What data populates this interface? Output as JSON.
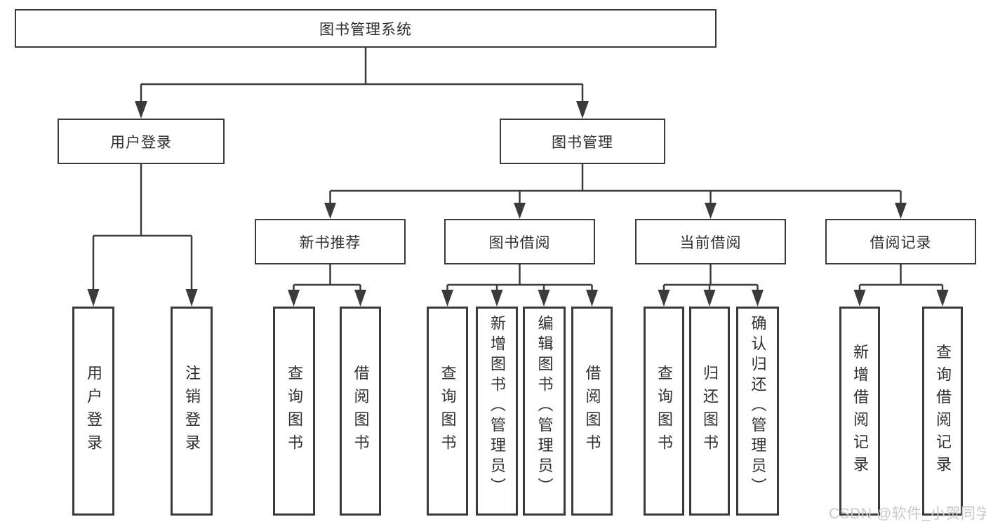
{
  "diagram": {
    "root": "图书管理系统",
    "user_login_branch": {
      "label": "用户登录",
      "children": [
        "用户登录",
        "注销登录"
      ]
    },
    "book_mgmt_branch": {
      "label": "图书管理",
      "modules": [
        {
          "label": "新书推荐",
          "children": [
            "查询图书",
            "借阅图书"
          ]
        },
        {
          "label": "图书借阅",
          "children": [
            "查询图书",
            "新增图书（管理员）",
            "编辑图书（管理员）",
            "借阅图书"
          ]
        },
        {
          "label": "当前借阅",
          "children": [
            "查询图书",
            "归还图书",
            "确认归还（管理员）"
          ]
        },
        {
          "label": "借阅记录",
          "children": [
            "新增借阅记录",
            "查询借阅记录"
          ]
        }
      ]
    }
  },
  "watermark": "CSDN @软件_小贺同学",
  "colors": {
    "line": "#3b3b3b",
    "box_border": "#3b3b3b",
    "text": "#2f2f2f",
    "background": "#ffffff",
    "watermark": "#c9c9c9"
  }
}
